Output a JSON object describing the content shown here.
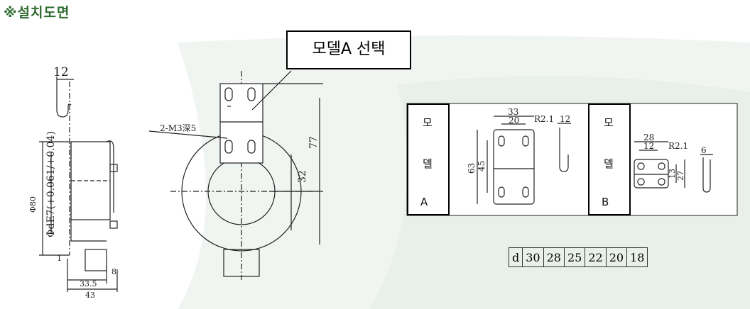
{
  "title": "※설치도면",
  "model_select_label": "모델A  선택",
  "model_a": {
    "chars": [
      "모",
      "델",
      "A"
    ]
  },
  "model_b": {
    "chars": [
      "모",
      "델",
      "B"
    ]
  },
  "dims": {
    "top_12": "12",
    "phi80": "Φ80",
    "phi_de7": "ΦdE7(+0.061/+0.04)",
    "d1": "1",
    "d8": "8",
    "d33_5": "33.5",
    "d43": "43",
    "m3_note": "2-M3深5",
    "d77": "77",
    "d32": "32",
    "a_33": "33",
    "a_20": "20",
    "a_r21": "R2.1",
    "a_12": "12",
    "a_63": "63",
    "a_45": "45",
    "b_28": "28",
    "b_12": "12",
    "b_r21": "R2.1",
    "b_6": "6",
    "b_13": "13",
    "b_27": "27"
  },
  "d_table": [
    "d",
    "30",
    "28",
    "25",
    "22",
    "20",
    "18"
  ]
}
